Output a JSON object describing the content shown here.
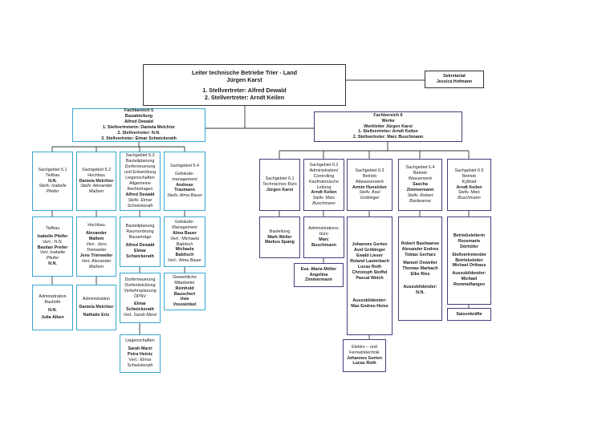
{
  "colors": {
    "cyan": "#37a7cf",
    "purple": "#4a3a7e",
    "line": "#333333"
  },
  "head": {
    "lines": [
      {
        "text": "Leiter technische Betriebe Trier - Land",
        "style": "b big"
      },
      {
        "text": "Jürgen Karst",
        "style": "b big"
      },
      {
        "text": "",
        "style": "sp"
      },
      {
        "text": "1. Stellvertreter: Alfred Dewald",
        "style": "b big"
      },
      {
        "text": "2. Stellvertreter: Arndt Keilen",
        "style": "b big"
      }
    ]
  },
  "sekretariat": {
    "lines": [
      {
        "text": "Sekretariat",
        "style": "b"
      },
      {
        "text": "Jessica Hofmann",
        "style": "b"
      }
    ]
  },
  "fb5": {
    "lines": [
      {
        "text": "Fachbereich 5",
        "style": "b"
      },
      {
        "text": "Bauabteilung",
        "style": "b"
      },
      {
        "text": "Alfred Dewald",
        "style": "b"
      },
      {
        "text": "1. Stellvertreterin: Daniela Melchior",
        "style": "b"
      },
      {
        "text": "2. Stellvertreter: N.N.",
        "style": "b"
      },
      {
        "text": "3. Stellvertreter: Elmar Schwickerath",
        "style": "b"
      }
    ]
  },
  "fb6": {
    "lines": [
      {
        "text": "Fachbereich 6",
        "style": "b"
      },
      {
        "text": "Werke",
        "style": "b"
      },
      {
        "text": "Werkleiter Jürgen Karst",
        "style": "b"
      },
      {
        "text": "1. Stellvertreter: Arndt Keilen",
        "style": "b"
      },
      {
        "text": "2. Stellvertreter: Marc Buschmann",
        "style": "b"
      }
    ]
  },
  "sg51": {
    "lines": [
      {
        "text": "Sachgebiet 5.1",
        "style": ""
      },
      {
        "text": "Tiefbau",
        "style": ""
      },
      {
        "text": "N.N.",
        "style": "b"
      },
      {
        "text": "Stellv. Isabelle",
        "style": "i"
      },
      {
        "text": "Pfeifer",
        "style": "i"
      }
    ]
  },
  "sg52": {
    "lines": [
      {
        "text": "Sachgebiet 5.2",
        "style": ""
      },
      {
        "text": "Hochbau",
        "style": ""
      },
      {
        "text": "Daniela Melchior",
        "style": "b"
      },
      {
        "text": "Stellv. Alexander",
        "style": "i"
      },
      {
        "text": "Maßem",
        "style": "i"
      }
    ]
  },
  "sg53": {
    "lines": [
      {
        "text": "Sachgebiet 5.3",
        "style": ""
      },
      {
        "text": "Bauleitplanung",
        "style": ""
      },
      {
        "text": "Dorferneuerung",
        "style": ""
      },
      {
        "text": "und Entwicklung",
        "style": ""
      },
      {
        "text": "Liegenschaften",
        "style": ""
      },
      {
        "text": "Allgemeine",
        "style": ""
      },
      {
        "text": "Rechtsfragen",
        "style": ""
      },
      {
        "text": "Alfred Dewald",
        "style": "b"
      },
      {
        "text": "Stellv. Elmar",
        "style": "i"
      },
      {
        "text": "Schwickerath",
        "style": "i"
      }
    ]
  },
  "sg54": {
    "lines": [
      {
        "text": "Sachgebiet 5.4",
        "style": ""
      },
      {
        "text": "",
        "style": "sp"
      },
      {
        "text": "Gebäude-",
        "style": ""
      },
      {
        "text": "management",
        "style": ""
      },
      {
        "text": "Andreas",
        "style": "b"
      },
      {
        "text": "Traumann",
        "style": "b"
      },
      {
        "text": "Stellv. Alma Bauer",
        "style": "i"
      }
    ]
  },
  "sg61": {
    "lines": [
      {
        "text": "Sachgebiet 6.1",
        "style": ""
      },
      {
        "text": "Technisches Büro",
        "style": ""
      },
      {
        "text": "Jürgen Karst",
        "style": "b"
      }
    ]
  },
  "sg62": {
    "lines": [
      {
        "text": "Sachgebiet 6.2",
        "style": ""
      },
      {
        "text": "Administration/",
        "style": ""
      },
      {
        "text": "Controlling",
        "style": ""
      },
      {
        "text": "Kaufmännische",
        "style": ""
      },
      {
        "text": "Leitung",
        "style": ""
      },
      {
        "text": "Arndt Keilen",
        "style": "b"
      },
      {
        "text": "Stellv. Marc",
        "style": "i"
      },
      {
        "text": "Buschmann",
        "style": "i"
      }
    ]
  },
  "sg63": {
    "lines": [
      {
        "text": "Sachgebiet 6.3",
        "style": ""
      },
      {
        "text": "Betrieb",
        "style": ""
      },
      {
        "text": "Abwasserwerk",
        "style": ""
      },
      {
        "text": "Armin Hunsicker",
        "style": "b"
      },
      {
        "text": "Stellv. Axel",
        "style": "i"
      },
      {
        "text": "Gröbinger",
        "style": "i"
      }
    ]
  },
  "sg64": {
    "lines": [
      {
        "text": "Sachgebiet 6.4",
        "style": ""
      },
      {
        "text": "Betrieb",
        "style": ""
      },
      {
        "text": "Wasserwerk",
        "style": ""
      },
      {
        "text": "Sascha",
        "style": "b"
      },
      {
        "text": "Zimmermann",
        "style": "b"
      },
      {
        "text": "Stellv. Robert",
        "style": "i"
      },
      {
        "text": "Bastieanse",
        "style": "i"
      }
    ]
  },
  "sg65": {
    "lines": [
      {
        "text": "Sachgebiet 6.5",
        "style": ""
      },
      {
        "text": "Betrieb",
        "style": ""
      },
      {
        "text": "Kyllbad",
        "style": ""
      },
      {
        "text": "Arndt Keilen",
        "style": "b"
      },
      {
        "text": "Stellv. Marc",
        "style": "i"
      },
      {
        "text": "Buschmann",
        "style": "i"
      }
    ]
  },
  "tiefbau": {
    "lines": [
      {
        "text": "Tiefbau",
        "style": ""
      },
      {
        "text": "",
        "style": "sp"
      },
      {
        "text": "Isabelle Pfeifer",
        "style": "b"
      },
      {
        "text": "Vert.: N.N.",
        "style": "i"
      },
      {
        "text": "Bastian Preiler",
        "style": "b"
      },
      {
        "text": "Vert.:Isabelle",
        "style": "i"
      },
      {
        "text": "Pfeifer",
        "style": "i"
      },
      {
        "text": "N.N.",
        "style": "b"
      }
    ]
  },
  "hochbau": {
    "lines": [
      {
        "text": "Hochbau",
        "style": ""
      },
      {
        "text": "",
        "style": "sp"
      },
      {
        "text": "Alexander",
        "style": "b"
      },
      {
        "text": "Maßem",
        "style": "b"
      },
      {
        "text": "Vert.: Jens",
        "style": "i"
      },
      {
        "text": "Trierweiler",
        "style": "i"
      },
      {
        "text": "Jens Trierweiler",
        "style": "b"
      },
      {
        "text": "Vert. Alexander",
        "style": "i"
      },
      {
        "text": "Maßem",
        "style": "i"
      }
    ]
  },
  "bauleit": {
    "lines": [
      {
        "text": "Bauleitplanung",
        "style": ""
      },
      {
        "text": "Raumordnung",
        "style": ""
      },
      {
        "text": "Bauanträge",
        "style": ""
      },
      {
        "text": "",
        "style": "sp"
      },
      {
        "text": "Alfred Dewald",
        "style": "b"
      },
      {
        "text": "Elmar",
        "style": "b"
      },
      {
        "text": "Schwickerath",
        "style": "b"
      }
    ]
  },
  "gebmgmt": {
    "lines": [
      {
        "text": "Gebäude-",
        "style": ""
      },
      {
        "text": "Management",
        "style": ""
      },
      {
        "text": "Alma Bauer",
        "style": "b"
      },
      {
        "text": "Vert.: Michaela",
        "style": "i"
      },
      {
        "text": "Babitsch",
        "style": "i"
      },
      {
        "text": "Michaela",
        "style": "b"
      },
      {
        "text": "Babitsch",
        "style": "b"
      },
      {
        "text": "Vert.: Alma Bauer",
        "style": "i"
      }
    ]
  },
  "dorf": {
    "lines": [
      {
        "text": "Dorferneuerung",
        "style": ""
      },
      {
        "text": "Dorfentwicklung",
        "style": ""
      },
      {
        "text": "Verkehrsplanung",
        "style": ""
      },
      {
        "text": "ÖPNV",
        "style": ""
      },
      {
        "text": "",
        "style": "sp"
      },
      {
        "text": "Elmar",
        "style": "b"
      },
      {
        "text": "Schwickerath",
        "style": "b"
      },
      {
        "text": "Vert. Sarah Marzi",
        "style": "i"
      }
    ]
  },
  "gewerb": {
    "lines": [
      {
        "text": "Gewerbliche",
        "style": ""
      },
      {
        "text": "Mitarbeiter",
        "style": ""
      },
      {
        "text": "Reinhold",
        "style": "b"
      },
      {
        "text": "Bauschert",
        "style": "b"
      },
      {
        "text": "Uwe",
        "style": "b"
      },
      {
        "text": "Vosswinkel",
        "style": "b"
      }
    ]
  },
  "liegen": {
    "lines": [
      {
        "text": "Liegenschaften",
        "style": ""
      },
      {
        "text": "",
        "style": "sp"
      },
      {
        "text": "Sarah Marzi",
        "style": "b"
      },
      {
        "text": "Petra Heintz",
        "style": "b"
      },
      {
        "text": "Vert.: Elmar",
        "style": ""
      },
      {
        "text": "Schwickerath",
        "style": ""
      }
    ]
  },
  "admin51": {
    "lines": [
      {
        "text": "Administration",
        "style": ""
      },
      {
        "text": "Bauhöfe",
        "style": ""
      },
      {
        "text": "",
        "style": "sp"
      },
      {
        "text": "N.N.",
        "style": "b"
      },
      {
        "text": "",
        "style": "sp"
      },
      {
        "text": "Julia Alken",
        "style": "b"
      }
    ]
  },
  "admin52": {
    "lines": [
      {
        "text": "Administration",
        "style": ""
      },
      {
        "text": "",
        "style": "sp"
      },
      {
        "text": "Daniela Melchior",
        "style": "b"
      },
      {
        "text": "",
        "style": "sp"
      },
      {
        "text": "Nathalie Ertz",
        "style": "b"
      }
    ]
  },
  "bauleitung": {
    "lines": [
      {
        "text": "Bauleitung",
        "style": ""
      },
      {
        "text": "Mark  Weiler",
        "style": "b"
      },
      {
        "text": "Markus Spang",
        "style": "b"
      }
    ]
  },
  "adminbuero": {
    "lines": [
      {
        "text": "Administrations-",
        "style": ""
      },
      {
        "text": "büro",
        "style": ""
      },
      {
        "text": "Marc",
        "style": "b"
      },
      {
        "text": "Buschmann",
        "style": "b"
      }
    ]
  },
  "eva": {
    "lines": [
      {
        "text": "Eva -Maria Möller",
        "style": "b"
      },
      {
        "text": "Angelina",
        "style": "b"
      },
      {
        "text": "Zimmermann",
        "style": "b"
      }
    ]
  },
  "abwasser": {
    "lines": [
      {
        "text": "Johannes Gerten",
        "style": "b"
      },
      {
        "text": "Axel Gröbinger",
        "style": "b"
      },
      {
        "text": "Ewald Lieser",
        "style": "b"
      },
      {
        "text": "Roland Lauterbach",
        "style": "b"
      },
      {
        "text": "Lucas Roth",
        "style": "b"
      },
      {
        "text": "Christoph Stoffel",
        "style": "b"
      },
      {
        "text": "Pascal Weich",
        "style": "b"
      },
      {
        "text": "",
        "style": "sp"
      },
      {
        "text": "",
        "style": "sp"
      },
      {
        "text": "",
        "style": "sp"
      },
      {
        "text": "",
        "style": "sp"
      },
      {
        "text": "",
        "style": "sp"
      },
      {
        "text": "",
        "style": "sp"
      },
      {
        "text": "",
        "style": "sp"
      },
      {
        "text": "Auszubildender:",
        "style": "b"
      },
      {
        "text": "Max Endres-Heise",
        "style": "b"
      }
    ]
  },
  "wasser": {
    "lines": [
      {
        "text": "Robert Bastiaanse",
        "style": "b"
      },
      {
        "text": "Alexander Endres",
        "style": "b"
      },
      {
        "text": "Tobias Gerharz",
        "style": "b"
      },
      {
        "text": "",
        "style": "sp"
      },
      {
        "text": "Manuel Osweiler",
        "style": "b"
      },
      {
        "text": "Thomas Marbach",
        "style": "b"
      },
      {
        "text": "Elke Ries",
        "style": "b"
      },
      {
        "text": "",
        "style": "sp"
      },
      {
        "text": "",
        "style": "sp"
      },
      {
        "text": "",
        "style": "sp"
      },
      {
        "text": "Auszubildender:",
        "style": "b"
      },
      {
        "text": "N.N.",
        "style": "b"
      }
    ]
  },
  "kyllbad": {
    "lines": [
      {
        "text": "Betriebsleiterin",
        "style": "b"
      },
      {
        "text": "Rosemarie",
        "style": "b"
      },
      {
        "text": "Dörhöfer",
        "style": "b"
      },
      {
        "text": "",
        "style": "sp"
      },
      {
        "text": "Stellvertretender",
        "style": "b"
      },
      {
        "text": "Betriebsleiter",
        "style": "b"
      },
      {
        "text": "Michael Orthaus",
        "style": "b"
      },
      {
        "text": "",
        "style": "sp"
      },
      {
        "text": "Auszubildender:",
        "style": "b"
      },
      {
        "text": "Michael",
        "style": "b"
      },
      {
        "text": "Rommelfangen",
        "style": "b"
      }
    ]
  },
  "saison": {
    "lines": [
      {
        "text": "Saisonkräfte",
        "style": "b"
      }
    ]
  },
  "elektro": {
    "lines": [
      {
        "text": "Elektro – und",
        "style": ""
      },
      {
        "text": "Fernwirktechnik",
        "style": ""
      },
      {
        "text": "Johannes Gerten",
        "style": "b"
      },
      {
        "text": "Lucas Roth",
        "style": "b"
      }
    ]
  }
}
